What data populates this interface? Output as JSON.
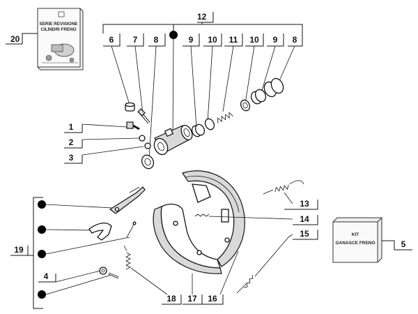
{
  "booklet": {
    "number": "20",
    "line1": "SERIE REVISIONE",
    "line2": "CILINDRI FRENO"
  },
  "kit_box": {
    "number": "5",
    "line1": "KIT",
    "line2": "GANASCE FRENO"
  },
  "group_label": "12",
  "cylinder_callouts": [
    "6",
    "7",
    "8",
    "9",
    "10",
    "11",
    "10",
    "9",
    "8"
  ],
  "left_callouts": [
    "1",
    "2",
    "3"
  ],
  "group_19": "19",
  "callouts": {
    "c4": "4",
    "c13": "13",
    "c14": "14",
    "c15": "15",
    "c16": "16",
    "c17": "17",
    "c18": "18"
  }
}
